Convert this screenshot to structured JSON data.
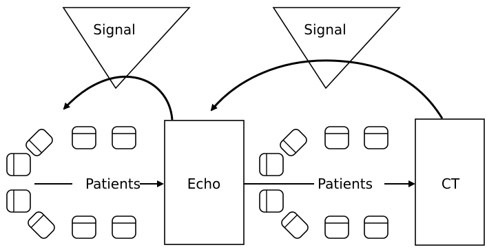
{
  "diagram": {
    "colors": {
      "stroke": "#000000",
      "fill": "#ffffff"
    },
    "signals": [
      {
        "label": "Signal"
      },
      {
        "label": "Signal"
      }
    ],
    "stations": [
      {
        "label": "Echo"
      },
      {
        "label": "CT"
      }
    ],
    "flows": [
      {
        "label": "Patients"
      },
      {
        "label": "Patients"
      }
    ]
  }
}
